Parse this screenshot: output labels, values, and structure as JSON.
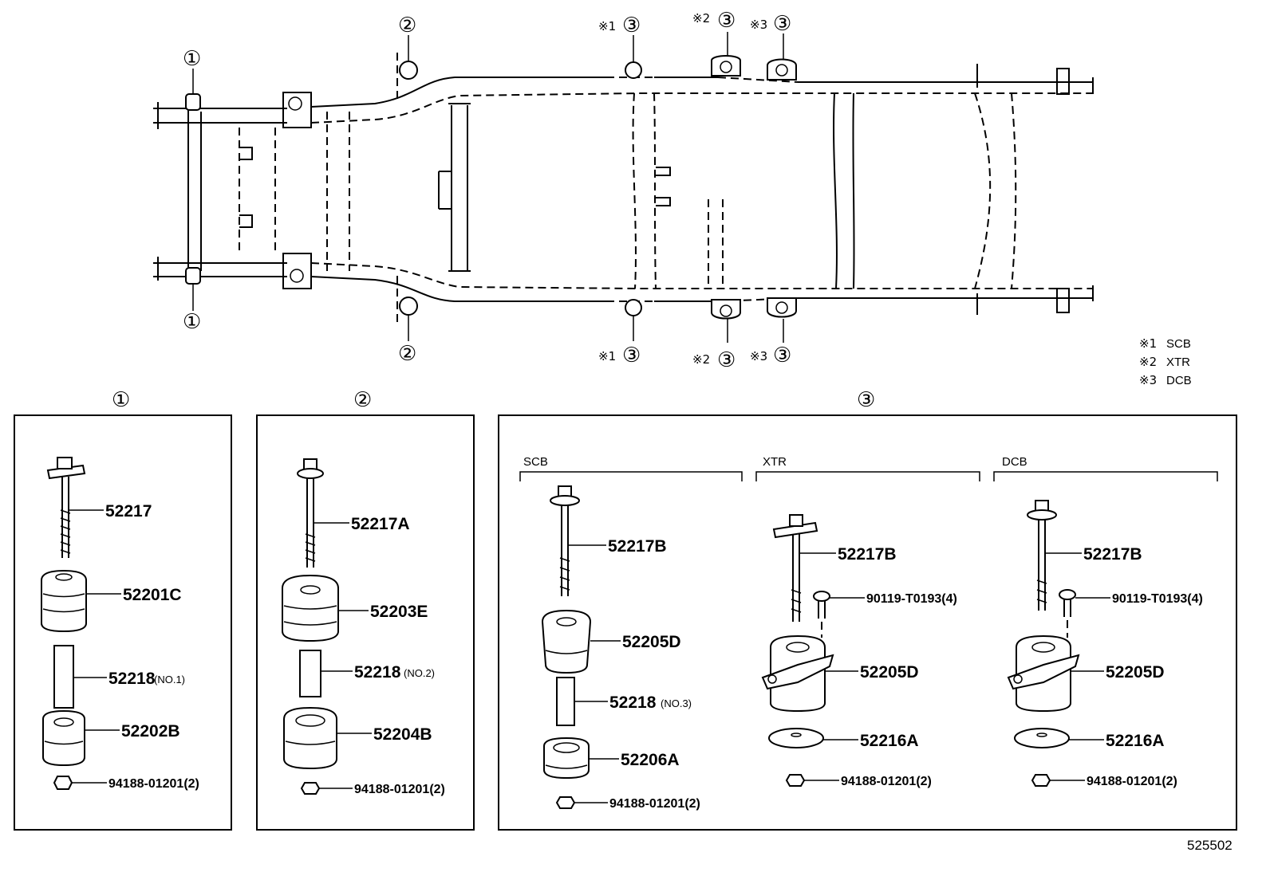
{
  "callouts": {
    "c1": "①",
    "c2": "②",
    "c3": "③",
    "m1": "※1",
    "m2": "※2",
    "m3": "※3"
  },
  "legend": [
    {
      "mark": "※1",
      "text": "SCB"
    },
    {
      "mark": "※2",
      "text": "XTR"
    },
    {
      "mark": "※3",
      "text": "DCB"
    }
  ],
  "groups": {
    "g1": {
      "label": "①",
      "parts": {
        "bolt": "52217",
        "upper": "52201C",
        "collar": "52218",
        "collar_sfx": "(NO.1)",
        "lower": "52202B",
        "nut": "94188-01201(2)"
      }
    },
    "g2": {
      "label": "②",
      "parts": {
        "bolt": "52217A",
        "upper": "52203E",
        "collar": "52218",
        "collar_sfx": "(NO.2)",
        "lower": "52204B",
        "nut": "94188-01201(2)"
      }
    },
    "g3": {
      "label": "③",
      "sections": {
        "scb": {
          "label": "SCB",
          "bolt": "52217B",
          "upper": "52205D",
          "collar": "52218",
          "collar_sfx": "(NO.3)",
          "lower": "52206A",
          "nut": "94188-01201(2)"
        },
        "xtr": {
          "label": "XTR",
          "bolt": "52217B",
          "screw": "90119-T0193(4)",
          "upper": "52205D",
          "washer": "52216A",
          "nut": "94188-01201(2)"
        },
        "dcb": {
          "label": "DCB",
          "bolt": "52217B",
          "screw": "90119-T0193(4)",
          "upper": "52205D",
          "washer": "52216A",
          "nut": "94188-01201(2)"
        }
      }
    }
  },
  "figure_id": "525502"
}
